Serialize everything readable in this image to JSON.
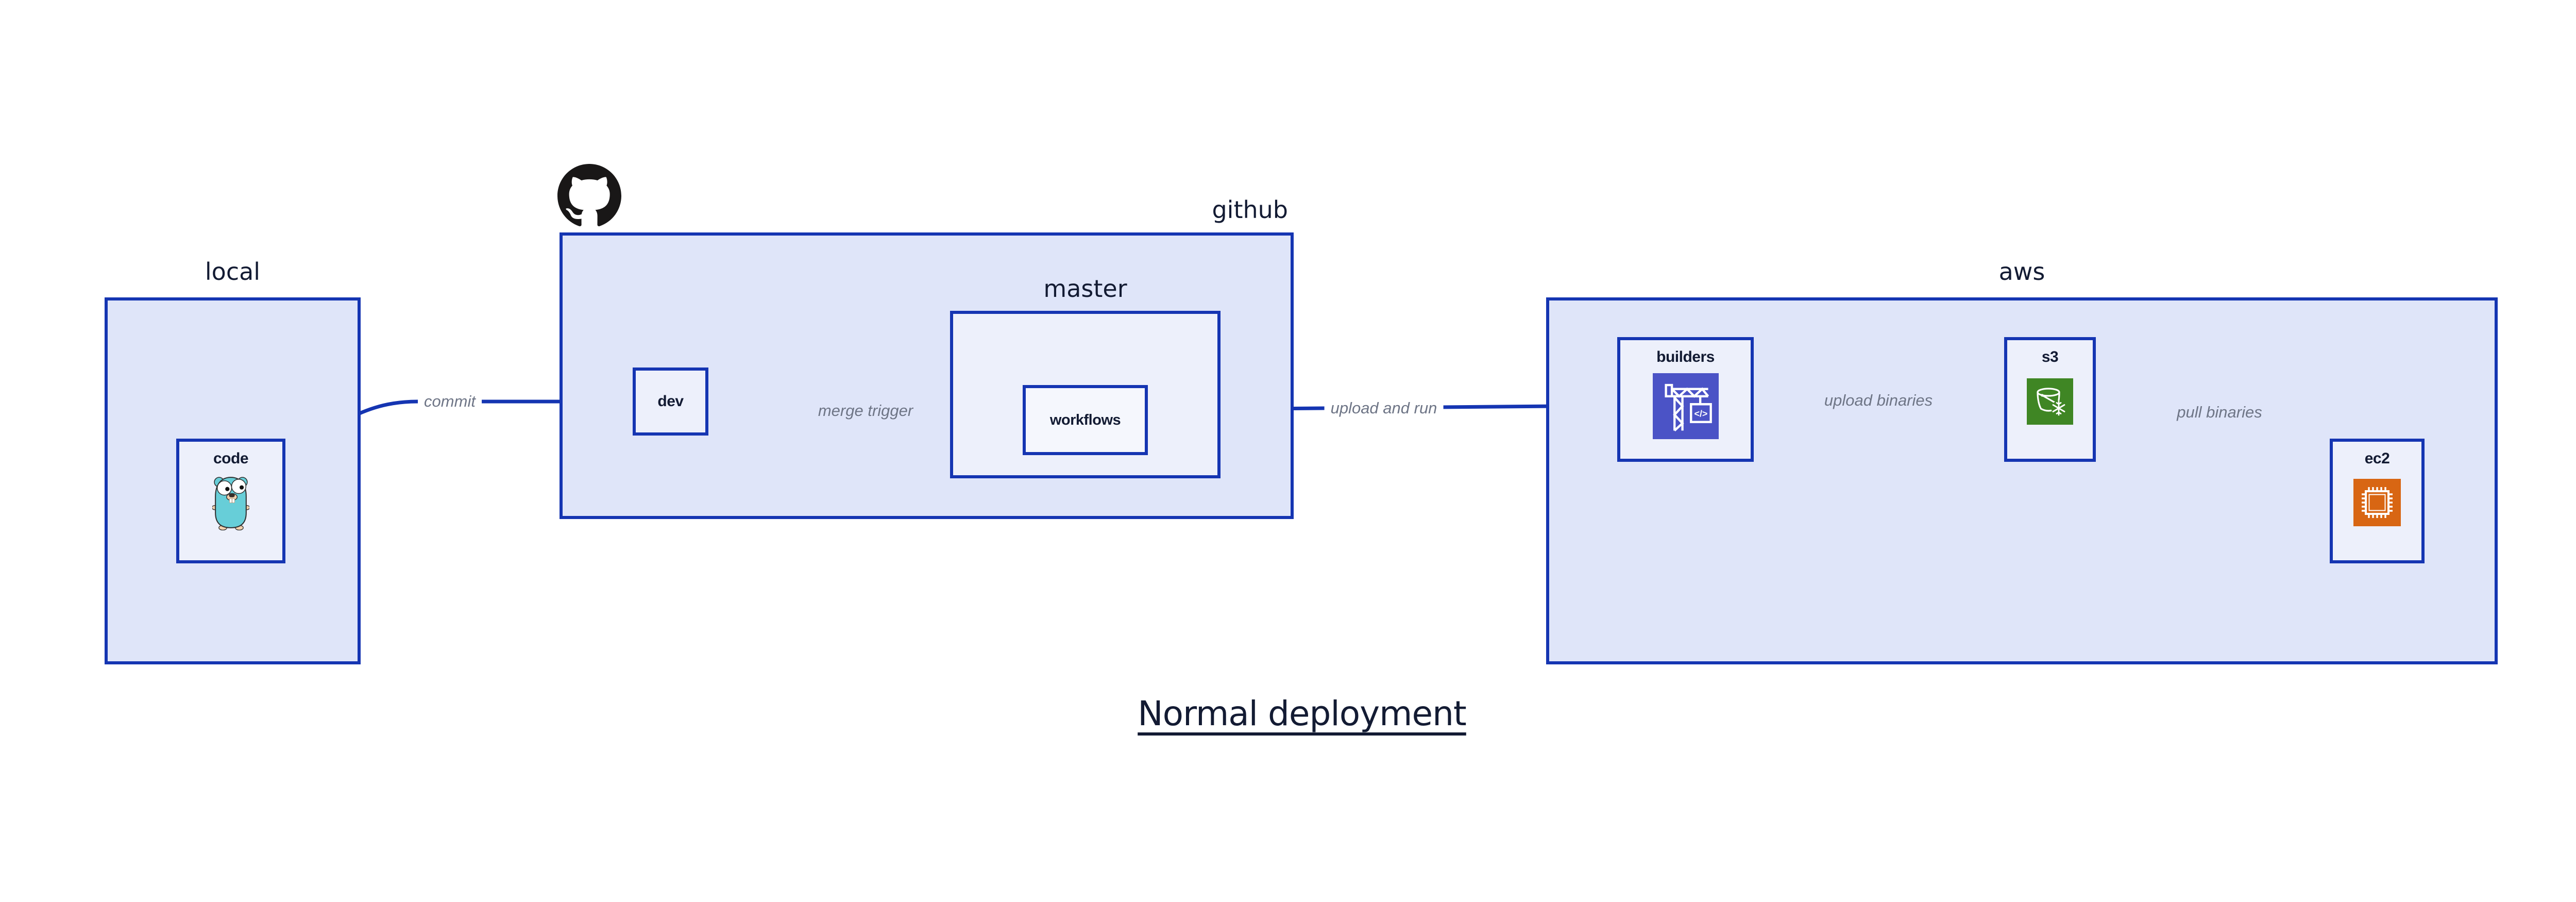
{
  "title": "Normal deployment",
  "groups": {
    "local": {
      "label": "local"
    },
    "github": {
      "label": "github"
    },
    "master": {
      "label": "master"
    },
    "aws": {
      "label": "aws"
    }
  },
  "nodes": {
    "code": {
      "label": "code",
      "icon": "go-gopher-icon"
    },
    "dev": {
      "label": "dev"
    },
    "workflows": {
      "label": "workflows"
    },
    "builders": {
      "label": "builders",
      "icon": "codebuild-crane-icon"
    },
    "s3": {
      "label": "s3",
      "icon": "s3-glacier-bucket-icon"
    },
    "ec2": {
      "label": "ec2",
      "icon": "ec2-chip-icon"
    }
  },
  "edges": {
    "commit": {
      "label": "commit"
    },
    "merge_trigger": {
      "label": "merge trigger"
    },
    "upload_and_run": {
      "label": "upload and run"
    },
    "upload_binaries": {
      "label": "upload binaries"
    },
    "pull_binaries": {
      "label": "pull binaries"
    }
  },
  "icons": [
    "github-octocat-icon",
    "go-gopher-icon",
    "codebuild-crane-icon",
    "s3-glacier-bucket-icon",
    "ec2-chip-icon"
  ],
  "colors": {
    "stroke_blue": "#1535b2",
    "container_fill": "#dfe5f9",
    "node_fill": "#edf0fb",
    "inner_node_fill": "#f5f7fd",
    "dark_text": "#131b33",
    "edge_label_gray": "#6e7586",
    "octocat_black": "#191717",
    "gopher_teal": "#67ced8",
    "builders_icon_bg": "#4b53c6",
    "s3_icon_bg": "#3f8624",
    "ec2_icon_bg": "#d86613"
  }
}
